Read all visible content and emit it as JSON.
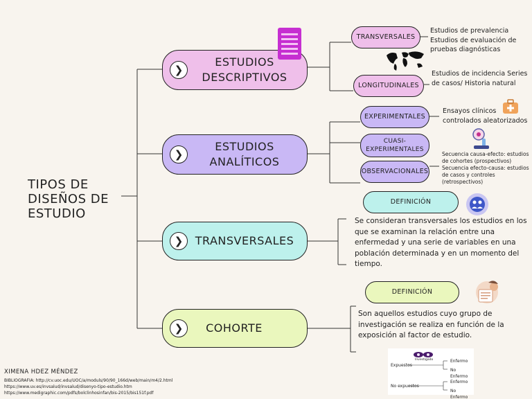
{
  "title": "TIPOS DE DISEÑOS DE ESTUDIO",
  "branches": {
    "descriptivos": {
      "label": "ESTUDIOS DESCRIPTIVOS",
      "color": "#efbfea",
      "transversales": {
        "label": "TRANSVERSALES",
        "desc": "Estudios de prevalencia Estudios de evaluación de pruebas diagnósticas"
      },
      "longitudinales": {
        "label": "LONGITUDINALES",
        "desc": "Estudios de incidencia Series de casos/ Historia natural"
      }
    },
    "analiticos": {
      "label": "ESTUDIOS ANALÍTICOS",
      "color": "#c9b8f5",
      "experimentales": {
        "label": "EXPERIMENTALES",
        "desc": "Ensayos clínicos controlados aleatorizados"
      },
      "cuasi": {
        "label": "CUASI-EXPERIMENTALES"
      },
      "observacionales": {
        "label": "OBSERVACIONALES",
        "desc": "Secuencia causa-efecto: estudios de cohortes (prospectivos) Secuencia efecto-causa: estudios de casos y controles (retrospectivos)"
      }
    },
    "transversales": {
      "label": "TRANSVERSALES",
      "color": "#bdf1ec",
      "definicion": {
        "label": "DEFINICIÓN"
      },
      "text": "Se consideran transversales los estudios en los que se examinan la relación entre una enfermedad y una serie de variables en una población determinada y en un momento del tiempo."
    },
    "cohorte": {
      "label": "COHORTE",
      "color": "#eaf7bd",
      "definicion": {
        "label": "DEFINICIÓN"
      },
      "text": "Son aquellos estudios cuyo grupo de investigación se realiza en función de la exposición al factor de estudio."
    }
  },
  "cohort_diagram": {
    "title": "Investigado",
    "expuestos": "Expuestos",
    "no_expuestos": "No expuestos",
    "enfermo": "Enfermo",
    "no_enfermo": "No Enfermo"
  },
  "footer": {
    "author": "XIMENA HDEZ MÉNDEZ",
    "bib1": "BIBLIOGRAFIA: http://cv.uoc.edu/UOC/a/moduls/90/90_166d/web/main/m4/2.html",
    "bib2": "https://www.uv.es/invsalud/invsalud/disenyo-tipo-estudio.htm",
    "bib3": "https://www.medigraphic.com/pdfs/bolclinhosinfan/bis-2015/bis151f.pdf"
  },
  "icons": [
    "document-icon",
    "world-map-icon",
    "first-aid-icon",
    "lab-icon",
    "team-icon",
    "reading-icon",
    "chevron-right-icon"
  ]
}
